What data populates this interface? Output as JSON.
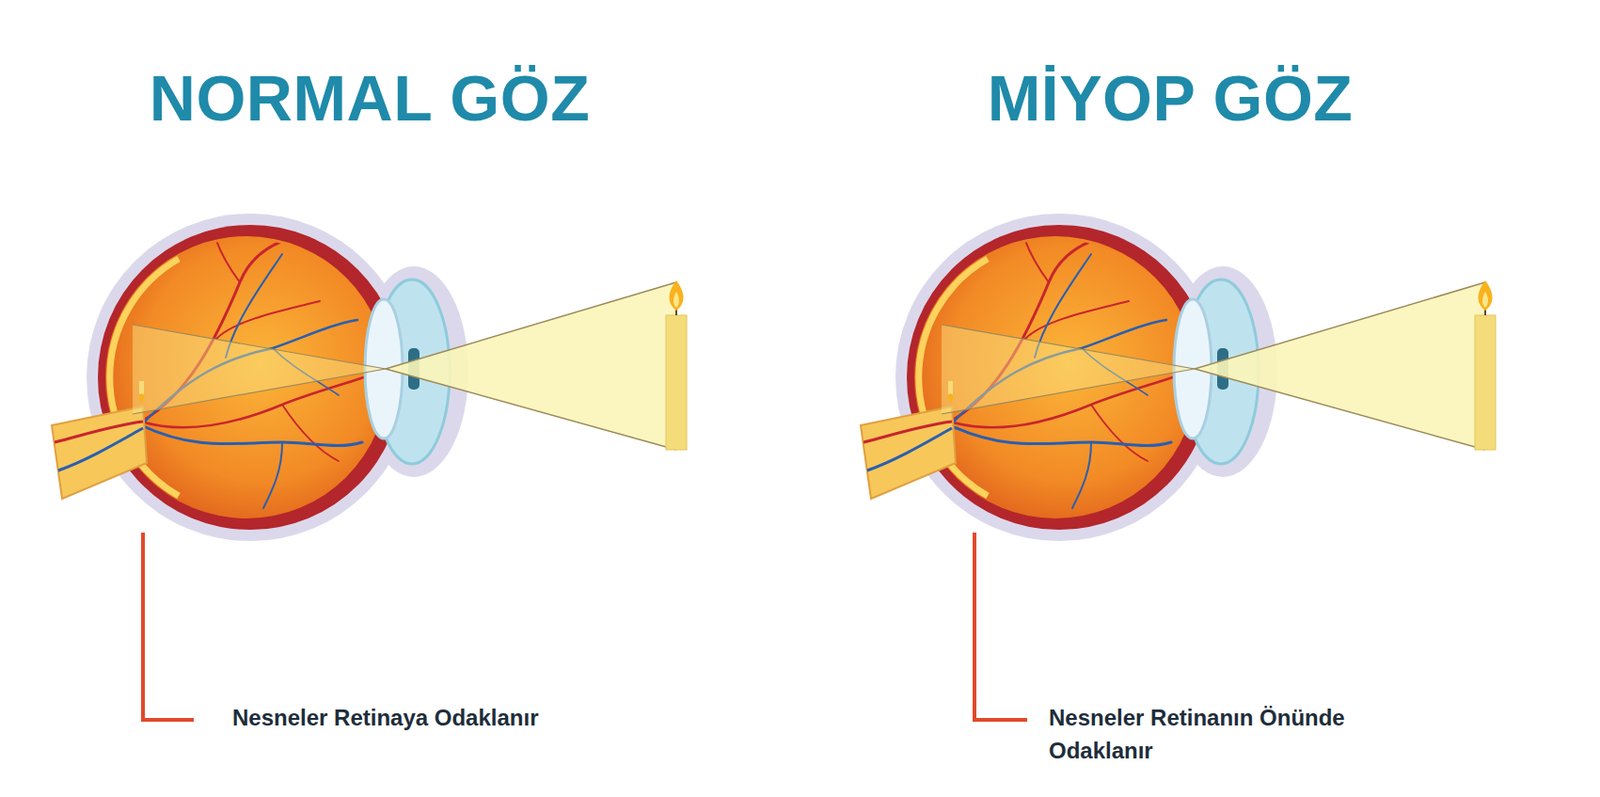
{
  "diagram": {
    "labels": [
      "NORMAL GÖZ",
      "Nesneler Retinaya Odaklanır",
      "MİYOP GÖZ",
      "Nesneler Retinanın Önünde Odaklanır"
    ]
  }
}
